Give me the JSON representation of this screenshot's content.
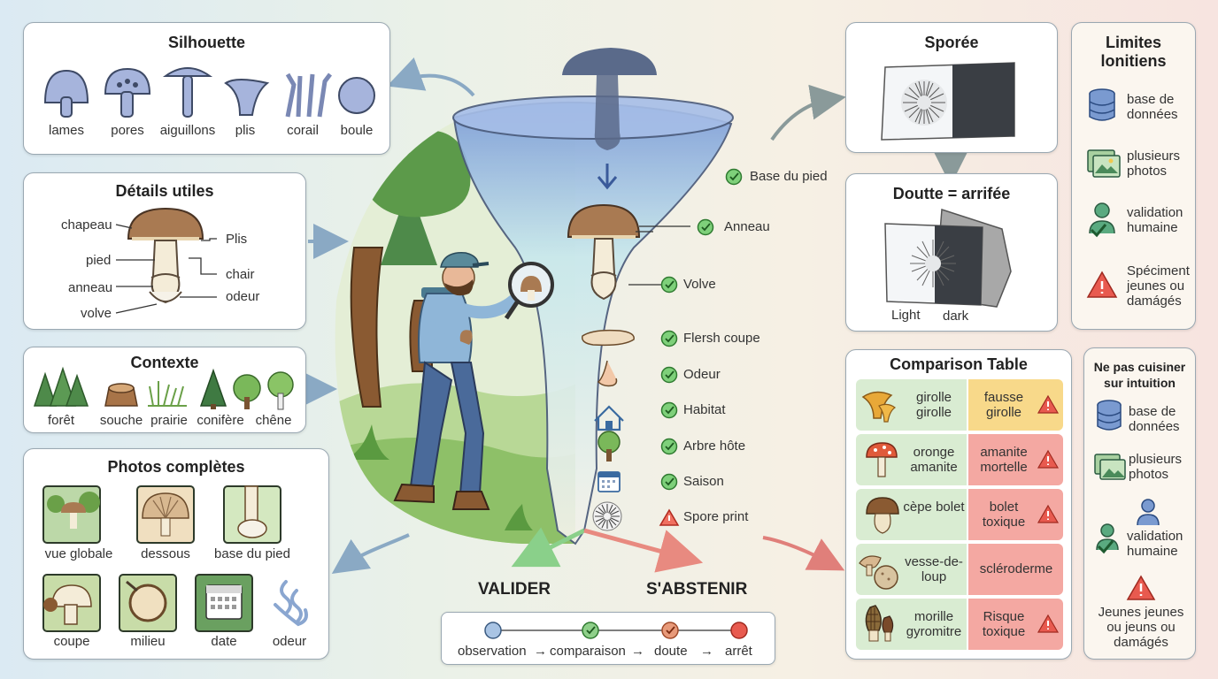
{
  "silhouette": {
    "title": "Silhouette",
    "items": [
      "lames",
      "pores",
      "aiguillons",
      "plis",
      "corail",
      "boule"
    ]
  },
  "details": {
    "title": "Détails utiles",
    "labels": [
      "chapeau",
      "pied",
      "anneau",
      "volve",
      "Plis",
      "chair",
      "odeur"
    ]
  },
  "contexte": {
    "title": "Contexte",
    "items": [
      "forêt",
      "souche",
      "prairie",
      "conifère",
      "chêne"
    ]
  },
  "photos": {
    "title": "Photos complètes",
    "items": [
      "vue globale",
      "dessous",
      "base du pied",
      "coupe",
      "milieu",
      "date",
      "odeur"
    ]
  },
  "funnel": {
    "checks": [
      "Base du pied",
      "Anneau",
      "Volve",
      "Flersh coupe",
      "Odeur",
      "Habitat",
      "Arbre hôte",
      "Saison",
      "Spore print"
    ],
    "valider": "VALIDER",
    "abstenir": "S'ABSTENIR"
  },
  "timeline": {
    "steps": [
      "observation",
      "comparaison",
      "doute",
      "arrêt"
    ],
    "arrow": "→",
    "colors": [
      "#a9c4e4",
      "#8fd08a",
      "#e89a7a",
      "#e85a4f"
    ]
  },
  "sporee": {
    "title": "Sporée"
  },
  "doutte": {
    "title": "Doutte = arrifée",
    "light": "Light",
    "dark": "dark"
  },
  "comparison": {
    "title": "Comparison Table",
    "rows": [
      {
        "left": "girolle girolle",
        "right": "fausse girolle",
        "warn": true,
        "color": "#f8d98a"
      },
      {
        "left": "oronge amanite",
        "right": "amanite mortelle",
        "warn": true,
        "color": "#f4a8a2"
      },
      {
        "left": "cèpe bolet",
        "right": "bolet toxique",
        "warn": true,
        "color": "#f4a8a2"
      },
      {
        "left": "vesse-de-loup",
        "right": "scléroderme",
        "warn": false,
        "color": "#f4a8a2"
      },
      {
        "left": "morille gyromitre",
        "right": "Risque toxique",
        "warn": true,
        "color": "#f4a8a2"
      }
    ]
  },
  "limites": {
    "title": "Limites lonitiens",
    "items": [
      "base de données",
      "plusieurs photos",
      "validation humaine",
      "Spéciment jeunes ou damágés"
    ]
  },
  "nepas": {
    "title": "Ne pas cuisiner sur intuition",
    "items": [
      "base de données",
      "plusieurs photos",
      "validation humaine",
      "Jeunes jeunes ou jeuns ou damágés"
    ]
  }
}
